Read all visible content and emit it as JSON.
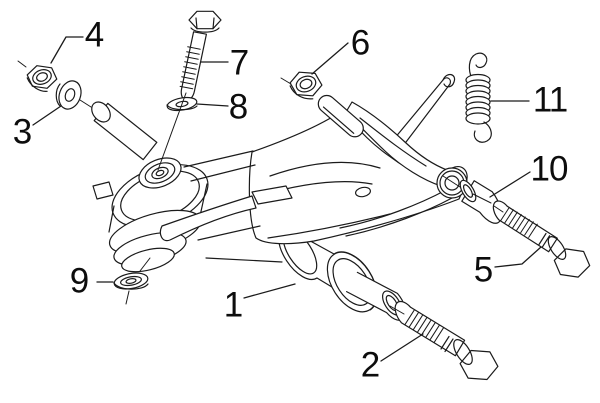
{
  "diagram": {
    "kind": "exploded-parts-line-drawing",
    "background": "#ffffff",
    "line_color": "#1b1b1b",
    "label_color": "#0d0d0d"
  },
  "callouts": [
    {
      "label": "1",
      "part": "swingarm-silentblock-assembly"
    },
    {
      "label": "2",
      "part": "hex-bolt-lower"
    },
    {
      "label": "3",
      "part": "washer-front"
    },
    {
      "label": "4",
      "part": "hex-nut-front"
    },
    {
      "label": "5",
      "part": "hex-bolt-pivot"
    },
    {
      "label": "6",
      "part": "hex-nut-top"
    },
    {
      "label": "7",
      "part": "hex-bolt-long"
    },
    {
      "label": "8",
      "part": "washer-flat"
    },
    {
      "label": "9",
      "part": "washer-lower"
    },
    {
      "label": "10",
      "part": "spacer-bushing"
    },
    {
      "label": "11",
      "part": "tension-spring"
    }
  ]
}
